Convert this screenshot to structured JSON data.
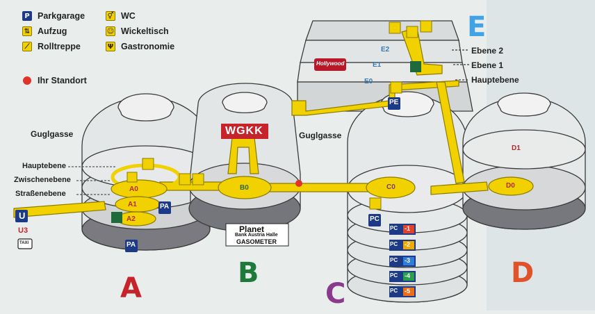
{
  "legend": [
    {
      "icon": "parking-icon",
      "label": "Parkgarage"
    },
    {
      "icon": "wc-icon",
      "label": "WC"
    },
    {
      "icon": "elevator-icon",
      "label": "Aufzug"
    },
    {
      "icon": "baby-changing-icon",
      "label": "Wickeltisch"
    },
    {
      "icon": "escalator-icon",
      "label": "Rolltreppe"
    },
    {
      "icon": "restaurant-icon",
      "label": "Gastronomie"
    }
  ],
  "you_are_here": "Ihr Standort",
  "streets": {
    "left": "Guglgasse",
    "center": "Guglgasse"
  },
  "levels_left": [
    "Hauptebene",
    "Zwischenebene",
    "Straßenebene"
  ],
  "levels_e": [
    "Ebene 2",
    "Ebene 1",
    "Hauptebene"
  ],
  "buildings": {
    "A": {
      "letter": "A",
      "color": "#c6232a",
      "floors": [
        "A0",
        "A1",
        "A2"
      ],
      "parking": "PA"
    },
    "B": {
      "letter": "B",
      "color": "#1e7a3a",
      "floors": [
        "B0"
      ],
      "sign": "WGKK"
    },
    "C": {
      "letter": "C",
      "color": "#8a3a8d",
      "floors": [
        "C0"
      ],
      "parking": "PC",
      "parking_levels": [
        "-1",
        "-2",
        "-3",
        "-4",
        "-5"
      ]
    },
    "D": {
      "letter": "D",
      "color": "#e0522a",
      "floors": [
        "D0",
        "D1"
      ]
    },
    "E": {
      "letter": "E",
      "color": "#3fa3e6",
      "floors": [
        "E0",
        "E1",
        "E2"
      ],
      "parking": "PE"
    }
  },
  "transit": {
    "subway": "U",
    "subway_line": "U3",
    "taxi": "TAXI"
  },
  "sign_hollywood": "Hollywood",
  "planet": {
    "line1": "Planet",
    "line2": "Bank Austria Halle",
    "line3": "GASOMETER"
  },
  "colors": {
    "path": "#f1d100",
    "path_edge": "#8b7a00",
    "outline": "#3a3a3a",
    "parking": "#1c3a86",
    "bg": "#e9eeec"
  }
}
